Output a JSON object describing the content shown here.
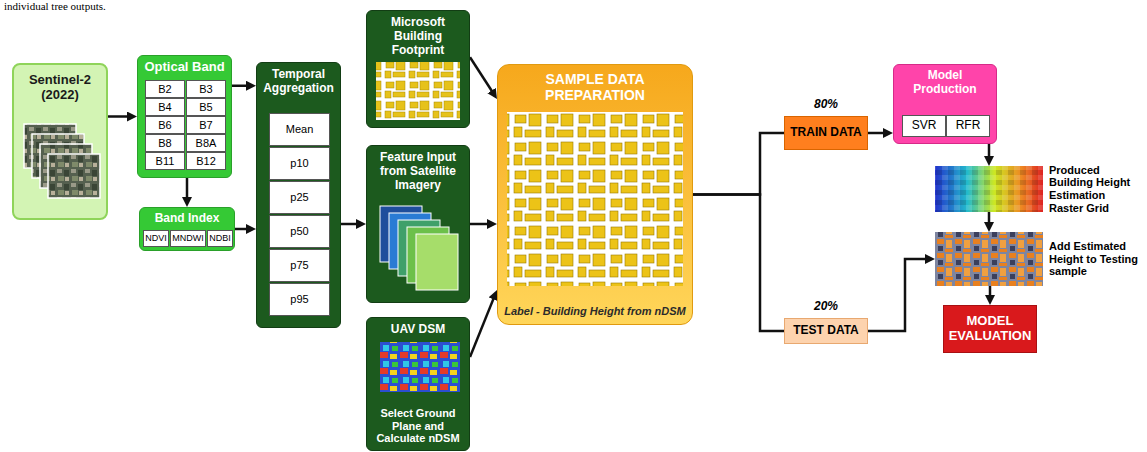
{
  "diagram": {
    "nodes": [
      {
        "text": [
          "Sentinel-2 (2022)"
        ]
      },
      {
        "text": [
          "Optical Band"
        ]
      },
      {
        "text": [
          "B2"
        ],
        "in": 1
      },
      {
        "text": [
          "B3"
        ],
        "in": 1
      },
      {
        "text": [
          "B4"
        ],
        "in": 1
      },
      {
        "text": [
          "B5"
        ],
        "in": 1
      },
      {
        "text": [
          "B6"
        ],
        "in": 1
      },
      {
        "text": [
          "B7"
        ],
        "in": 1
      },
      {
        "text": [
          "B8"
        ],
        "in": 1
      },
      {
        "text": [
          "B8A"
        ],
        "in": 1
      },
      {
        "text": [
          "B11"
        ],
        "in": 1
      },
      {
        "text": [
          "B12"
        ],
        "in": 1
      },
      {
        "text": [
          "Band Index"
        ]
      },
      {
        "text": [
          "NDVI"
        ],
        "in": 12
      },
      {
        "text": [
          "MNDWI"
        ],
        "in": 12
      },
      {
        "text": [
          "NDBI"
        ],
        "in": 12
      },
      {
        "text": [
          "Temporal Aggregation"
        ]
      },
      {
        "text": [
          "Mean"
        ],
        "in": 16
      },
      {
        "text": [
          "p10"
        ],
        "in": 16
      },
      {
        "text": [
          "p25"
        ],
        "in": 16
      },
      {
        "text": [
          "p50"
        ],
        "in": 16
      },
      {
        "text": [
          "p75"
        ],
        "in": 16
      },
      {
        "text": [
          "p95"
        ],
        "in": 16
      },
      {
        "text": [
          "Microsoft Building Footprint"
        ]
      },
      {
        "text": [
          "Feature Input from Satellite Imagery"
        ]
      },
      {
        "text": [
          "UAV DSM",
          "Select Ground Plane and Calculate nDSM"
        ]
      },
      {
        "text": [
          "SAMPLE DATA PREPARATION",
          "Label - Building Height from nDSM"
        ]
      },
      {
        "text": [
          "TRAIN DATA"
        ]
      },
      {
        "text": [
          "TEST DATA"
        ]
      },
      {
        "text": [
          "Model Production"
        ]
      },
      {
        "text": [
          "SVR"
        ],
        "in": 29
      },
      {
        "text": [
          "RFR"
        ],
        "in": 29
      },
      {
        "text": [
          "Produced Building Height Estimation Raster Grid"
        ]
      },
      {
        "text": [
          "Add Estimated Height to Testing sample"
        ]
      },
      {
        "text": [
          "MODEL EVALUATION"
        ]
      }
    ],
    "edges": [
      {
        "from": 0,
        "to": 1,
        "arrow": "to"
      },
      {
        "from": 1,
        "to": 12,
        "arrow": "to"
      },
      {
        "from": 1,
        "to": 16,
        "arrow": "to"
      },
      {
        "from": 12,
        "to": 16,
        "arrow": "to"
      },
      {
        "from": 16,
        "to": 24,
        "arrow": "to"
      },
      {
        "from": 23,
        "to": 26,
        "arrow": "to"
      },
      {
        "from": 24,
        "to": 26,
        "arrow": "to"
      },
      {
        "from": 25,
        "to": 26,
        "arrow": "to"
      },
      {
        "from": 26,
        "to": 27,
        "arrow": "none"
      },
      {
        "from": 26,
        "to": 28,
        "arrow": "none"
      },
      {
        "from": 27,
        "to": 29,
        "arrow": "to"
      },
      {
        "from": 28,
        "to": 33,
        "arrow": "to"
      },
      {
        "from": 29,
        "to": 32,
        "arrow": "to"
      },
      {
        "from": 32,
        "to": 33,
        "arrow": "to"
      },
      {
        "from": 33,
        "to": 34,
        "arrow": "to"
      }
    ],
    "labels": [
      "individual tree outputs.",
      "80%",
      "20%"
    ]
  }
}
